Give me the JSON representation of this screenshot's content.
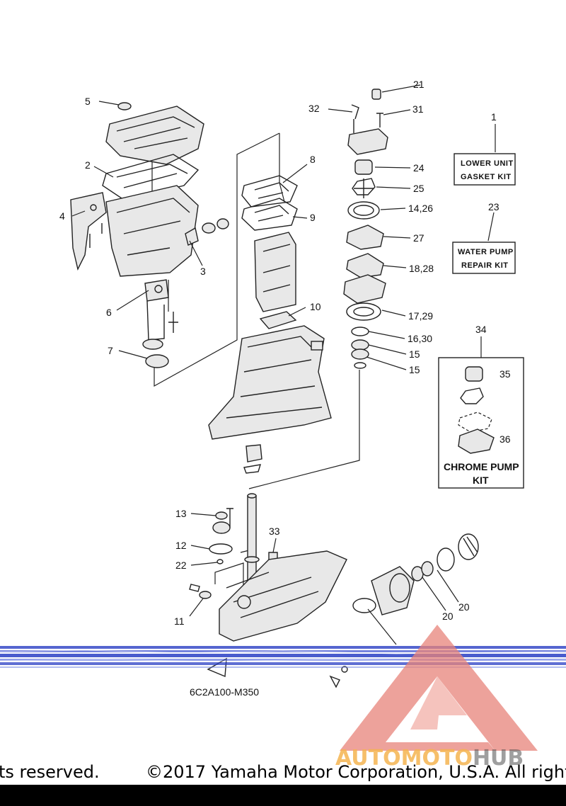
{
  "diagram": {
    "callouts": {
      "c1": "1",
      "c2": "2",
      "c3": "3",
      "c4": "4",
      "c5": "5",
      "c6": "6",
      "c7": "7",
      "c8": "8",
      "c9": "9",
      "c10": "10",
      "c11": "11",
      "c12": "12",
      "c13": "13",
      "c14_26": "14,26",
      "c15a": "15",
      "c15b": "15",
      "c16_30": "16,30",
      "c17_29": "17,29",
      "c18_28": "18,28",
      "c20a": "20",
      "c20b": "20",
      "c21": "21",
      "c22": "22",
      "c23": "23",
      "c24": "24",
      "c25": "25",
      "c27": "27",
      "c31": "31",
      "c32": "32",
      "c33": "33",
      "c34": "34",
      "c35": "35",
      "c36": "36"
    },
    "kits": {
      "lower_unit_line1": "LOWER UNIT",
      "lower_unit_line2": "GASKET KIT",
      "water_pump_line1": "WATER PUMP",
      "water_pump_line2": "REPAIR KIT",
      "chrome_pump_line1": "CHROME PUMP",
      "chrome_pump_line2": "KIT"
    },
    "figure_code": "6C2A100-M350"
  },
  "footer": {
    "left_text": "ts reserved.",
    "right_text": "©2017 Yamaha Motor Corporation, U.S.A. All right"
  },
  "watermark": {
    "brand_part1": "AUTOMOTO",
    "brand_part2": "HUB",
    "colors": {
      "triangle": "#e8837a",
      "text_orange": "#f5b450",
      "text_gray": "#505050"
    }
  },
  "colors": {
    "scan_band": "#2a3fc4",
    "ink": "#222222"
  }
}
